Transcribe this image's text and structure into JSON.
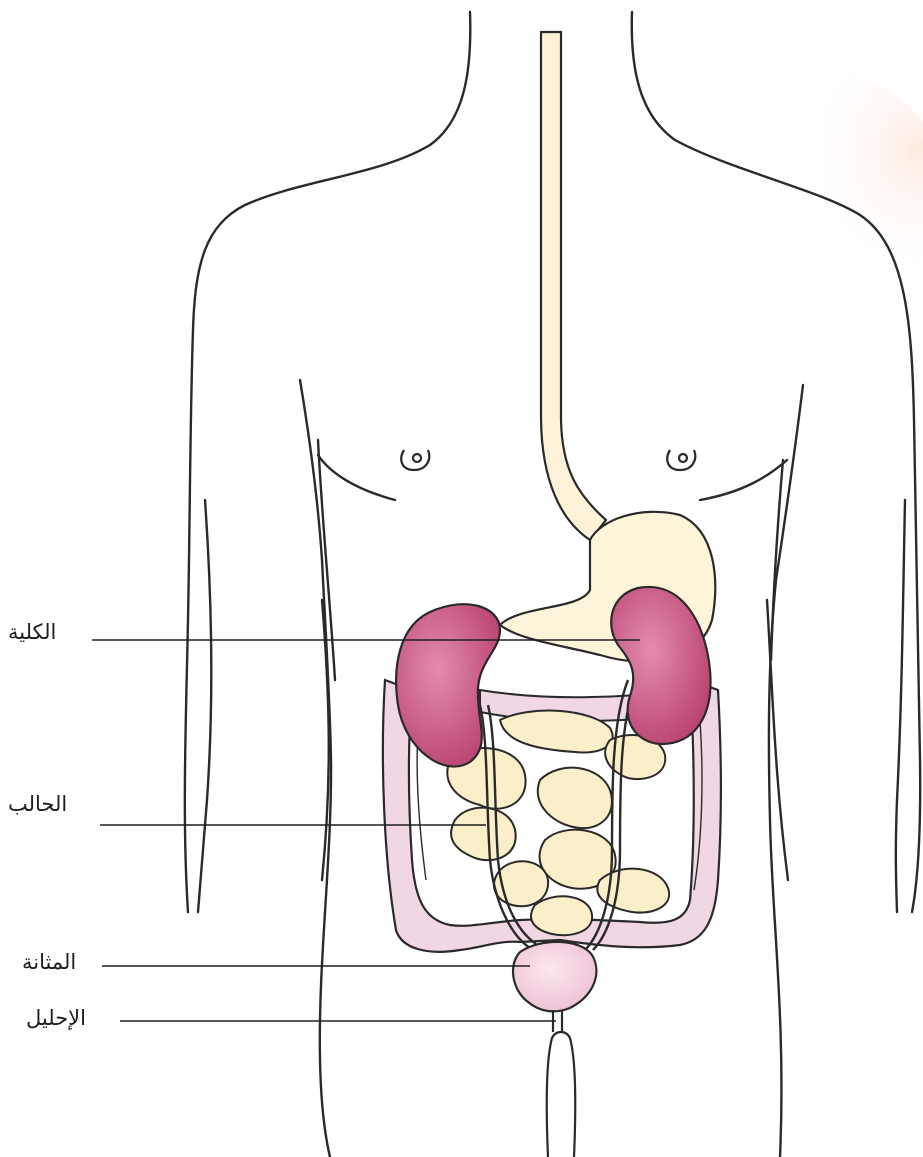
{
  "labels": {
    "kidney": "الكلية",
    "ureter": "الحالب",
    "bladder": "المثانة",
    "urethra": "الإحليل"
  },
  "colors": {
    "outline": "#2a2a2a",
    "kidney_fill": "#c8527f",
    "bladder_fill": "#f3cede",
    "colon_fill": "#f1d7e3",
    "small_intestine_fill": "#fbefc9",
    "stomach_fill": "#fdf4da",
    "esophagus_fill": "#fdf1d8"
  }
}
